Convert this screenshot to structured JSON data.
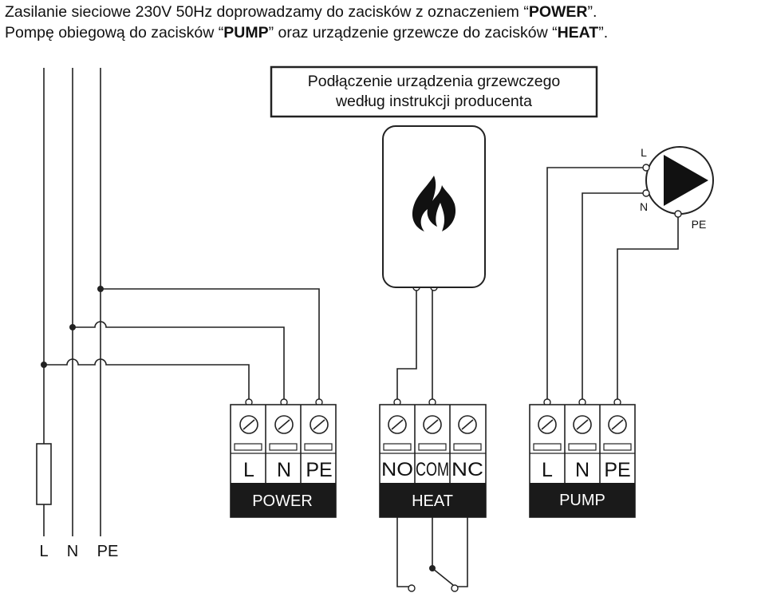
{
  "intro": {
    "line1_a": "Zasilanie sieciowe 230V 50Hz doprowadzamy do zacisków z oznaczeniem “",
    "line1_b": "POWER",
    "line1_c": "”.",
    "line2_a": "Pompę obiegową do zacisków “",
    "line2_b": "PUMP",
    "line2_c": "” oraz urządzenie grzewcze do zacisków “",
    "line2_d": "HEAT",
    "line2_e": "”."
  },
  "note_box": {
    "line1": "Podłączenie urządzenia grzewczego",
    "line2": "według instrukcji producenta"
  },
  "mains_labels": {
    "l": "L",
    "n": "N",
    "pe": "PE"
  },
  "blocks": {
    "power": {
      "title": "POWER",
      "terminals": [
        "L",
        "N",
        "PE"
      ]
    },
    "heat": {
      "title": "HEAT",
      "terminals": [
        "NO",
        "COM",
        "NC"
      ]
    },
    "pump": {
      "title": "PUMP",
      "terminals": [
        "L",
        "N",
        "PE"
      ]
    }
  },
  "pump_symbol": {
    "l": "L",
    "n": "N",
    "pe": "PE"
  },
  "icons": {
    "heater": "flame-icon",
    "pump": "pump-icon",
    "fuse": "fuse-icon"
  },
  "colors": {
    "line": "#222222",
    "block_label_bg": "#1a1a1a",
    "block_label_text": "#ffffff"
  }
}
